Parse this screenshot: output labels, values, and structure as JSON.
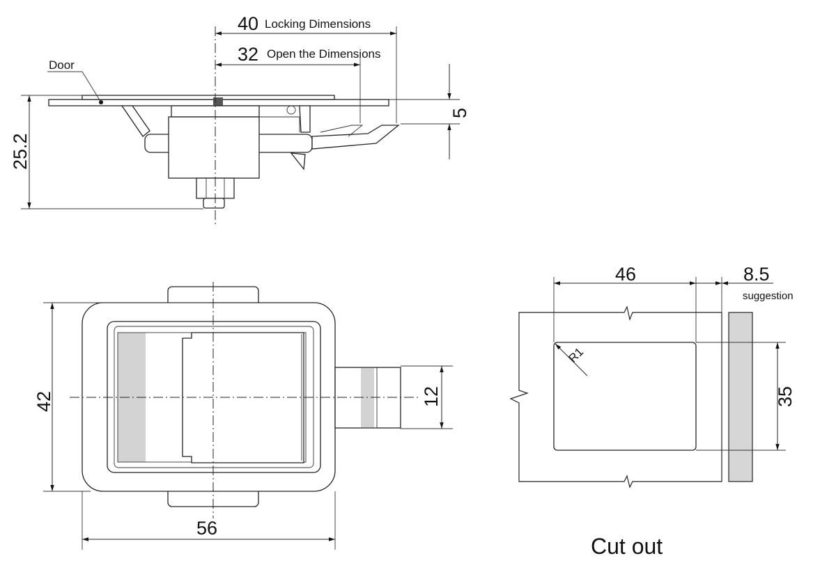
{
  "side_view": {
    "door_label": "Door",
    "locking_value": "40",
    "locking_text": "Locking Dimensions",
    "open_value": "32",
    "open_text": "Open the Dimensions",
    "height_value": "25.2",
    "offset_value": "5"
  },
  "front_view": {
    "width_value": "56",
    "height_value": "42",
    "handle_value": "12"
  },
  "cutout_view": {
    "title": "Cut out",
    "width_value": "46",
    "panel_value": "8.5",
    "panel_note": "suggestion",
    "height_value": "35",
    "radius_label": "R1"
  }
}
